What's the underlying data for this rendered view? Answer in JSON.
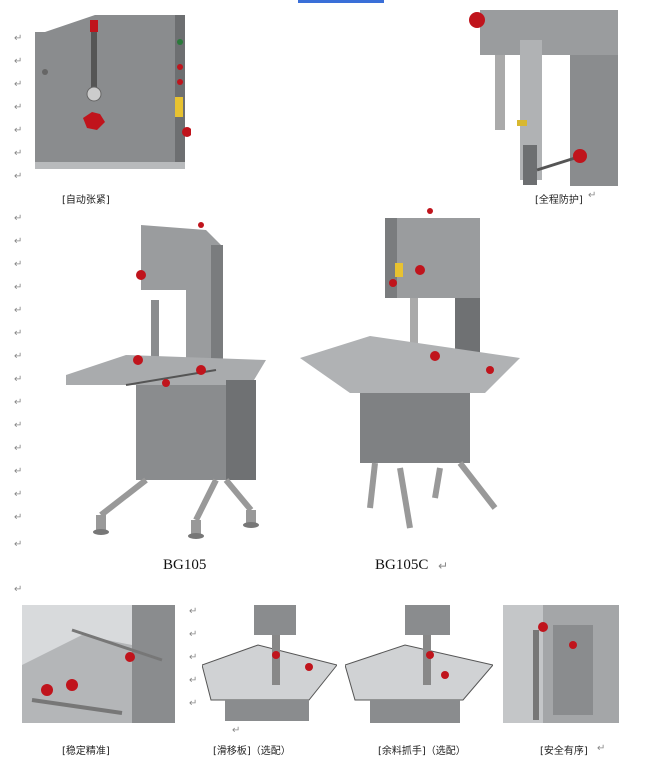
{
  "top_captions": [
    "[自动张紧]",
    "[全程防护]"
  ],
  "models": [
    "BG105",
    "BG105C"
  ],
  "bottom_captions": [
    "[稳定精准]",
    "[滑移板]（选配）",
    "[余料抓手]（选配）",
    "[安全有序]"
  ],
  "return_mark": "↵",
  "colors": {
    "machine_gray": "#8a8c8e",
    "handle_red": "#c0141c",
    "link_blue": "#3a6fd8"
  }
}
